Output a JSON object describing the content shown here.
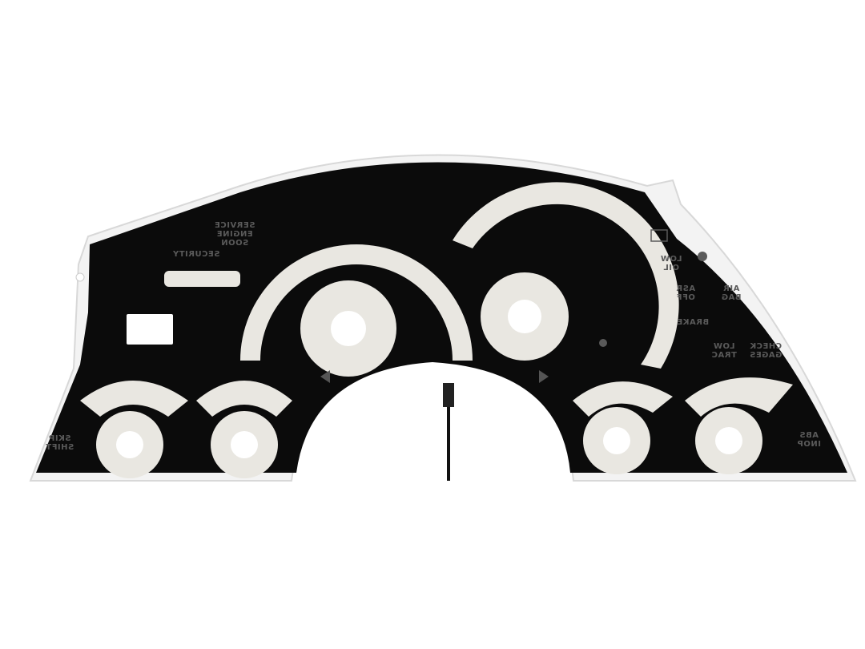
{
  "colors": {
    "face": "#0b0b0b",
    "overlay": "#e9e7e1",
    "label": "#5a5a5a",
    "clear_plastic": "#f2f2f2"
  },
  "warning_labels": {
    "service_engine_soon": "SERVICE\nENGINE\nSOON",
    "security": "SECURITY",
    "low_oil": "LOW\nOIL",
    "asr_off": "ASR\nOFF",
    "air_bag": "AIR\nBAG",
    "brake": "BRAKE",
    "low_trac": "LOW\nTRAC",
    "check_gages": "CHECK\nGAGES",
    "skip_shift": "SKIP\nSHIFT",
    "abs_inop": "ABS\nINOP"
  },
  "icons": [
    "battery-icon",
    "seatbelt-icon",
    "headlight-icon",
    "left-arrow-icon",
    "right-arrow-icon"
  ]
}
